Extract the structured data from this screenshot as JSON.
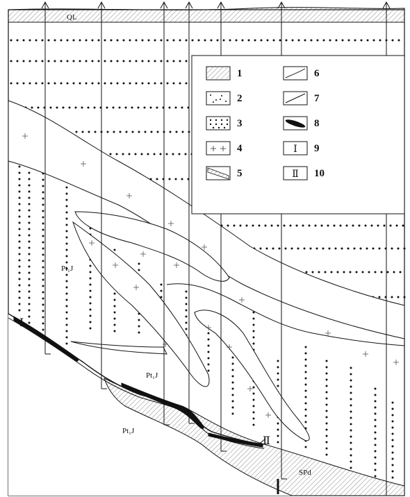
{
  "figure": {
    "colors": {
      "ink": "#111111",
      "hatch": "#bcbcbc",
      "background": "#ffffff"
    }
  },
  "labels": {
    "ql": "QL",
    "pt1j_upper": "Pt₁J",
    "pt1j_mid": "Pt₁J",
    "pt1j_lower": "Pt₁J",
    "spd": "SPd",
    "ore_body_1": "Ⅰ",
    "ore_body_2": "Ⅱ"
  },
  "legend": {
    "items": [
      {
        "number": "1",
        "symbol": "hatched-fill-icon"
      },
      {
        "number": "2",
        "symbol": "sparse-dots-icon"
      },
      {
        "number": "3",
        "symbol": "dense-dots-icon"
      },
      {
        "number": "4",
        "symbol": "plus-signs-icon"
      },
      {
        "number": "5",
        "symbol": "hatched-band-icon"
      },
      {
        "number": "6",
        "symbol": "curved-line-icon"
      },
      {
        "number": "7",
        "symbol": "straight-line-icon"
      },
      {
        "number": "8",
        "symbol": "black-lens-icon"
      },
      {
        "number": "9",
        "symbol": "roman-one-icon",
        "glyph": "Ⅰ"
      },
      {
        "number": "10",
        "symbol": "roman-two-icon",
        "glyph": "Ⅱ"
      }
    ]
  }
}
